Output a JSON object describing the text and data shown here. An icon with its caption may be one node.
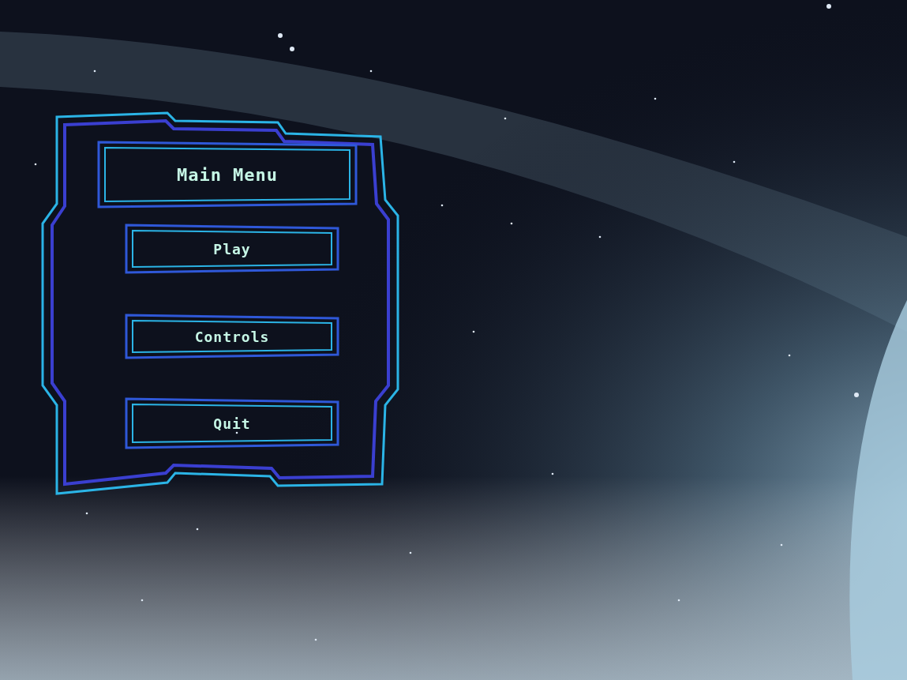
{
  "diagram": {
    "nodes": [
      {
        "text": [],
        "shape": "box"
      },
      {
        "text": [
          "Main Menu"
        ],
        "in": 0
      },
      {
        "text": [
          "Play"
        ],
        "in": 0
      },
      {
        "text": [
          "Controls"
        ],
        "in": 0
      },
      {
        "text": [
          "Quit"
        ],
        "in": 0
      }
    ]
  }
}
